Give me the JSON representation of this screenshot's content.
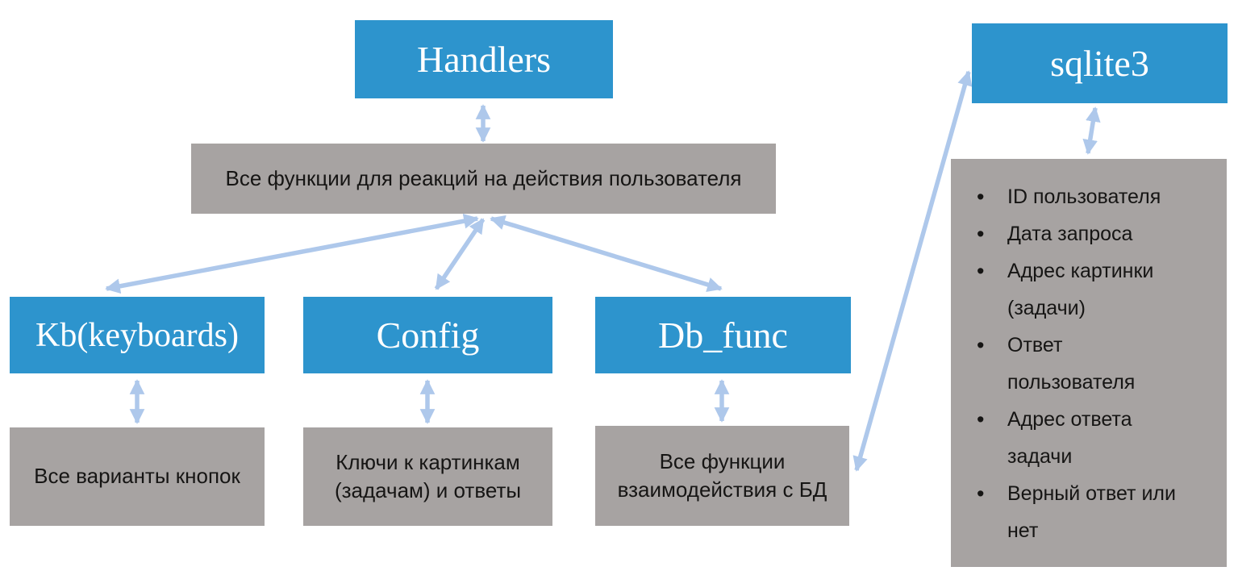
{
  "diagram": {
    "title_node": {
      "label": "Handlers",
      "description": "Все функции для реакций на действия  пользователя"
    },
    "modules": [
      {
        "label": "Kb(keyboards)",
        "description": "Все варианты кнопок"
      },
      {
        "label": "Config",
        "description": "Ключи к картинкам\n(задачам) и ответы"
      },
      {
        "label": "Db_func",
        "description": "Все функции\nвзаимодействия с БД"
      }
    ],
    "database": {
      "label": "sqlite3",
      "fields": [
        "ID пользователя",
        "Дата запроса",
        "Адрес картинки\n(задачи)",
        "Ответ\nпользователя",
        "Адрес ответа\nзадачи",
        "Верный ответ или\nнет"
      ]
    }
  },
  "colors": {
    "node_fill": "#2d94cd",
    "node_text": "#ffffff",
    "panel_fill": "#a7a3a2",
    "panel_text": "#161514",
    "arrow": "#aec8eb"
  }
}
